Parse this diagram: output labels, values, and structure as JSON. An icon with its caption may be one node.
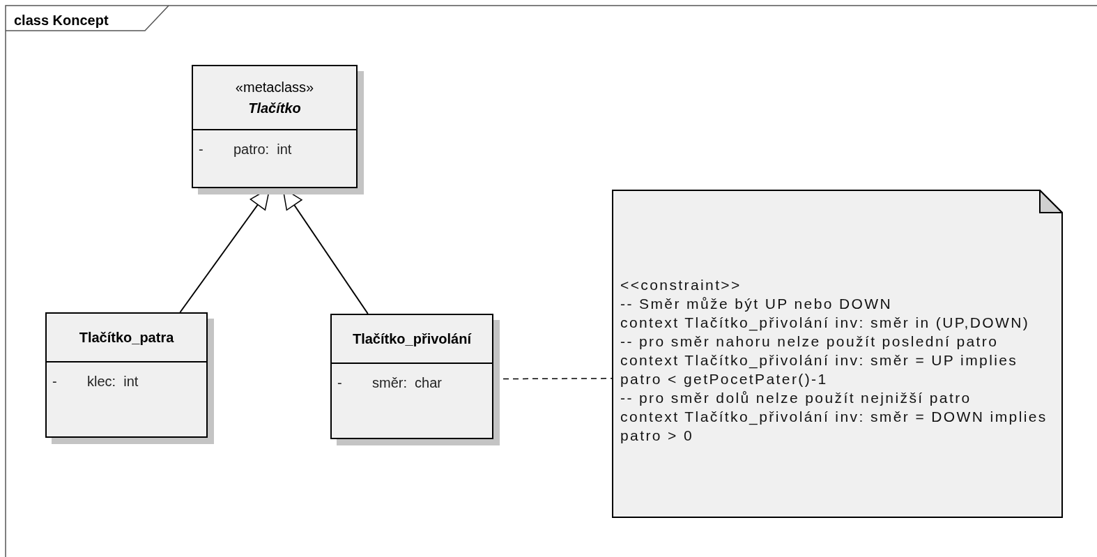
{
  "diagram": {
    "title": "class Koncept",
    "nodes": [
      {
        "text": [
          "«metaclass»",
          "Tlačítko",
          "-",
          "patro:  int"
        ]
      },
      {
        "text": [
          "Tlačítko_patra",
          "-",
          "klec:  int"
        ]
      },
      {
        "text": [
          "Tlačítko_přivolání",
          "-",
          "směr:  char"
        ]
      },
      {
        "text": [
          "<<constraint>>",
          "-- Směr může být UP nebo DOWN",
          "context Tlačítko_přivolání inv: směr in (UP,DOWN)",
          "-- pro směr nahoru nelze použít poslední patro",
          "context Tlačítko_přivolání inv: směr = UP implies patro < getPocetPater()-1",
          "-- pro směr dolů nelze použít nejnižší patro",
          "context Tlačítko_přivolání inv: směr = DOWN implies patro > 0"
        ]
      }
    ],
    "edges": [
      {
        "from": 1,
        "to": 0,
        "arrow": "to"
      },
      {
        "from": 2,
        "to": 0,
        "arrow": "to"
      },
      {
        "from": 2,
        "to": 3,
        "arrow": "none",
        "style": "dashed"
      }
    ]
  }
}
